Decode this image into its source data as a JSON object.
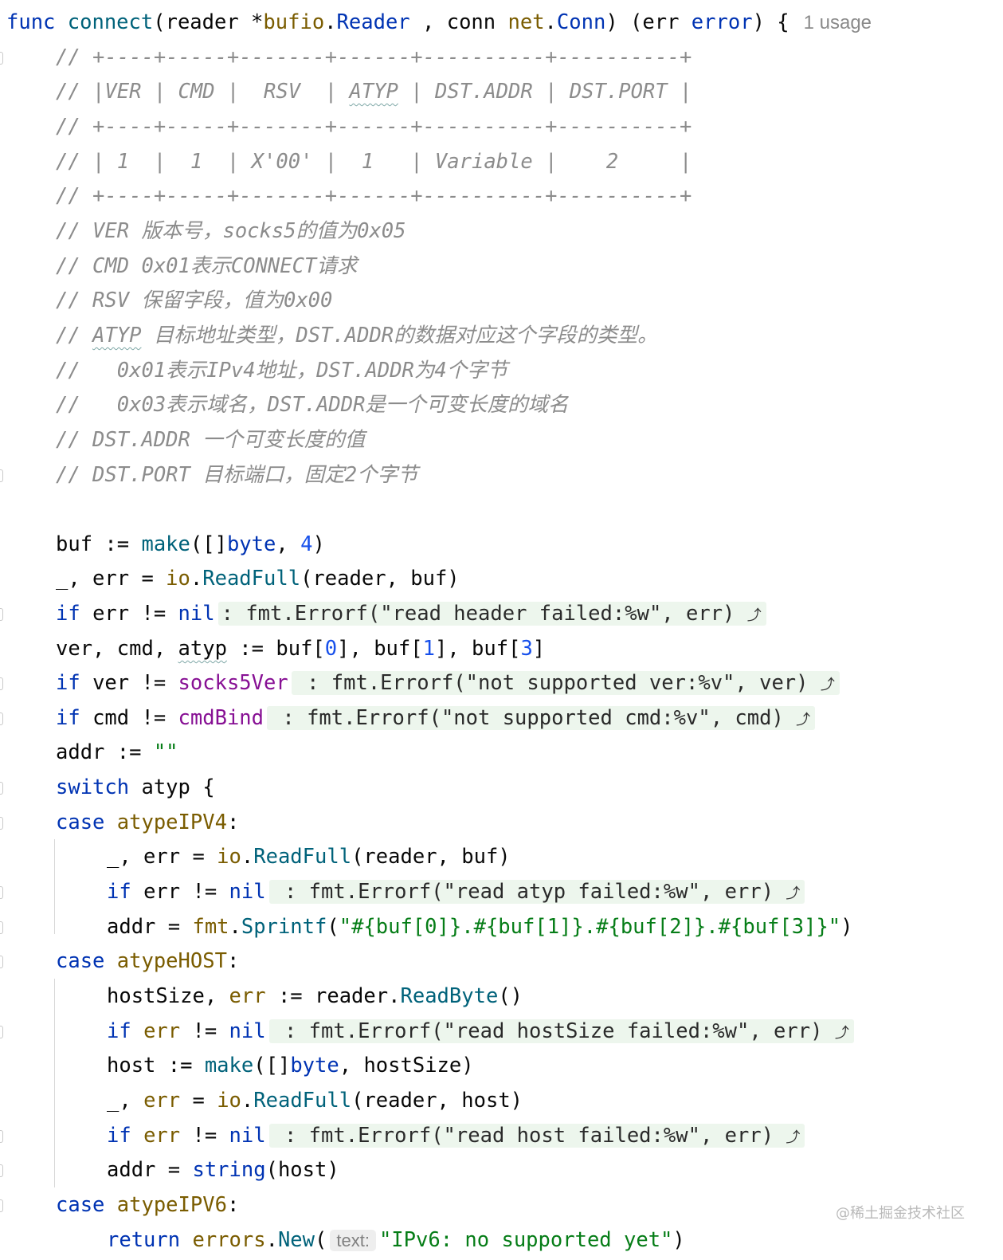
{
  "usage_hint": "1 usage",
  "param_hint_text": "text:",
  "fold_arrow": "⤴",
  "watermark": "@稀土掘金技术社区",
  "lines": [
    [
      [
        "kw",
        "func "
      ],
      [
        "fn",
        "connect"
      ],
      [
        "",
        "(reader *"
      ],
      [
        "ptype",
        "bufio"
      ],
      [
        "",
        "."
      ],
      [
        "typ",
        "Reader"
      ],
      [
        "",
        " , conn "
      ],
      [
        "ptype",
        "net"
      ],
      [
        "",
        "."
      ],
      [
        "typ",
        "Conn"
      ],
      [
        "",
        ") (err "
      ],
      [
        "typ",
        "error"
      ],
      [
        "",
        ") {"
      ]
    ],
    [
      [
        "cm",
        "// +----+-----+-------+------+----------+----------+"
      ]
    ],
    [
      [
        "cm",
        "// |VER | CMD |  RSV  | "
      ],
      [
        "cmsq",
        "ATYP"
      ],
      [
        "cm",
        " | DST.ADDR | DST.PORT |"
      ]
    ],
    [
      [
        "cm",
        "// +----+-----+-------+------+----------+----------+"
      ]
    ],
    [
      [
        "cm",
        "// | 1  |  1  | X'00' |  1   | Variable |    2     |"
      ]
    ],
    [
      [
        "cm",
        "// +----+-----+-------+------+----------+----------+"
      ]
    ],
    [
      [
        "cm",
        "// VER 版本号，socks5的值为0x05"
      ]
    ],
    [
      [
        "cm",
        "// CMD 0x01表示CONNECT请求"
      ]
    ],
    [
      [
        "cm",
        "// RSV 保留字段，值为0x00"
      ]
    ],
    [
      [
        "cm",
        "// "
      ],
      [
        "cmsq",
        "ATYP"
      ],
      [
        "cm",
        " 目标地址类型，DST.ADDR的数据对应这个字段的类型。"
      ]
    ],
    [
      [
        "cm",
        "//   0x01表示IPv4地址，DST.ADDR为4个字节"
      ]
    ],
    [
      [
        "cm",
        "//   0x03表示域名，DST.ADDR是一个可变长度的域名"
      ]
    ],
    [
      [
        "cm",
        "// DST.ADDR 一个可变长度的值"
      ]
    ],
    [
      [
        "cm",
        "// DST.PORT 目标端口，固定2个字节"
      ]
    ],
    [],
    [
      [
        "",
        "buf := "
      ],
      [
        "fn",
        "make"
      ],
      [
        "",
        "([]"
      ],
      [
        "typ",
        "byte"
      ],
      [
        "",
        ", "
      ],
      [
        "num",
        "4"
      ],
      [
        "",
        ")"
      ]
    ],
    [
      [
        "",
        "_, err = "
      ],
      [
        "ptype",
        "io"
      ],
      [
        "",
        "."
      ],
      [
        "fn",
        "ReadFull"
      ],
      [
        "",
        "(reader, buf)"
      ]
    ],
    [
      [
        "kw",
        "if"
      ],
      [
        "",
        " err != "
      ],
      [
        "kw",
        "nil"
      ],
      [
        "fold",
        ": fmt.Errorf(\"read header failed:%w\", err) "
      ]
    ],
    [
      [
        "",
        "ver, cmd, "
      ],
      [
        "sq",
        "atyp"
      ],
      [
        "",
        " := buf["
      ],
      [
        "num",
        "0"
      ],
      [
        "",
        "], buf["
      ],
      [
        "num",
        "1"
      ],
      [
        "",
        "], buf["
      ],
      [
        "num",
        "3"
      ],
      [
        "",
        "]"
      ]
    ],
    [
      [
        "kw",
        "if"
      ],
      [
        "",
        " ver != "
      ],
      [
        "constn",
        "socks5Ver"
      ],
      [
        "fold",
        " : fmt.Errorf(\"not supported ver:%v\", ver) "
      ]
    ],
    [
      [
        "kw",
        "if"
      ],
      [
        "",
        " cmd != "
      ],
      [
        "constn",
        "cmdBind"
      ],
      [
        "fold",
        " : fmt.Errorf(\"not supported cmd:%v\", cmd) "
      ]
    ],
    [
      [
        "",
        "addr := "
      ],
      [
        "str",
        "\"\""
      ]
    ],
    [
      [
        "kw",
        "switch"
      ],
      [
        "",
        " atyp {"
      ]
    ],
    [
      [
        "kw",
        "case "
      ],
      [
        "ptype",
        "atypeIPV4"
      ],
      [
        "",
        ":"
      ]
    ],
    [
      [
        "",
        "_, err = "
      ],
      [
        "ptype",
        "io"
      ],
      [
        "",
        "."
      ],
      [
        "fn",
        "ReadFull"
      ],
      [
        "",
        "(reader, buf)"
      ]
    ],
    [
      [
        "kw",
        "if"
      ],
      [
        "",
        " err != "
      ],
      [
        "kw",
        "nil"
      ],
      [
        "fold",
        " : fmt.Errorf(\"read atyp failed:%w\", err) "
      ]
    ],
    [
      [
        "",
        "addr = "
      ],
      [
        "ptype",
        "fmt"
      ],
      [
        "",
        "."
      ],
      [
        "fn",
        "Sprintf"
      ],
      [
        "",
        "("
      ],
      [
        "str",
        "\"#{buf[0]}.#{buf[1]}.#{buf[2]}.#{buf[3]}\""
      ],
      [
        "",
        ")"
      ]
    ],
    [
      [
        "kw",
        "case "
      ],
      [
        "ptype",
        "atypeHOST"
      ],
      [
        "",
        ":"
      ]
    ],
    [
      [
        "",
        "hostSize, "
      ],
      [
        "ptype",
        "err"
      ],
      [
        "",
        " := reader."
      ],
      [
        "fn",
        "ReadByte"
      ],
      [
        "",
        "()"
      ]
    ],
    [
      [
        "kw",
        "if "
      ],
      [
        "ptype",
        "err"
      ],
      [
        "",
        " != "
      ],
      [
        "kw",
        "nil"
      ],
      [
        "fold",
        " : fmt.Errorf(\"read hostSize failed:%w\", err) "
      ]
    ],
    [
      [
        "",
        "host := "
      ],
      [
        "fn",
        "make"
      ],
      [
        "",
        "([]"
      ],
      [
        "typ",
        "byte"
      ],
      [
        "",
        ", hostSize)"
      ]
    ],
    [
      [
        "",
        "_, "
      ],
      [
        "ptype",
        "err"
      ],
      [
        "",
        " = "
      ],
      [
        "ptype",
        "io"
      ],
      [
        "",
        "."
      ],
      [
        "fn",
        "ReadFull"
      ],
      [
        "",
        "(reader, host)"
      ]
    ],
    [
      [
        "kw",
        "if "
      ],
      [
        "ptype",
        "err"
      ],
      [
        "",
        " != "
      ],
      [
        "kw",
        "nil"
      ],
      [
        "fold",
        " : fmt.Errorf(\"read host failed:%w\", err) "
      ]
    ],
    [
      [
        "",
        "addr = "
      ],
      [
        "kw",
        "string"
      ],
      [
        "",
        "(host)"
      ]
    ],
    [
      [
        "kw",
        "case "
      ],
      [
        "ptype",
        "atypeIPV6"
      ],
      [
        "",
        ":"
      ]
    ],
    [
      [
        "kw",
        "return "
      ],
      [
        "ptype",
        "errors"
      ],
      [
        "",
        "."
      ],
      [
        "fn",
        "New"
      ],
      [
        "",
        "("
      ],
      [
        "hint",
        ""
      ],
      [
        "str",
        "\"IPv6: no supported yet\""
      ],
      [
        "",
        ")"
      ]
    ]
  ]
}
